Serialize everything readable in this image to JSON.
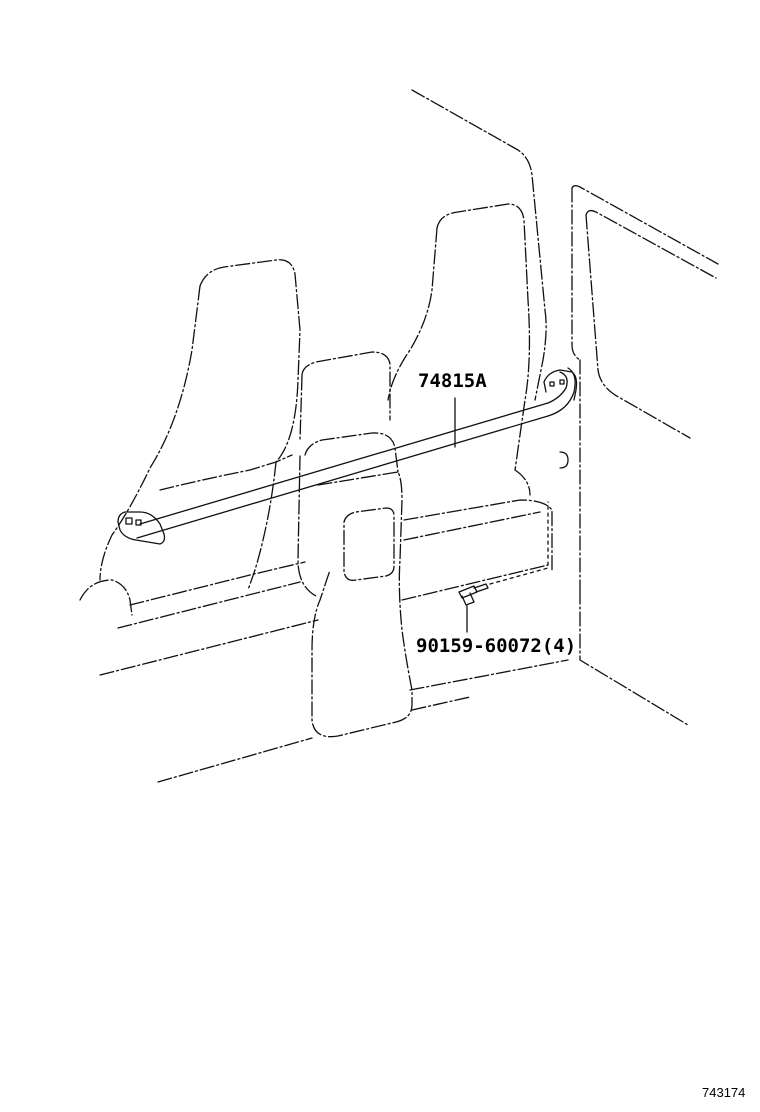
{
  "parts": [
    {
      "number": "74815A",
      "name": "bar-part-label"
    },
    {
      "number": "90159-60072(4)",
      "name": "bolt-part-label"
    }
  ],
  "figure_number": "743174"
}
